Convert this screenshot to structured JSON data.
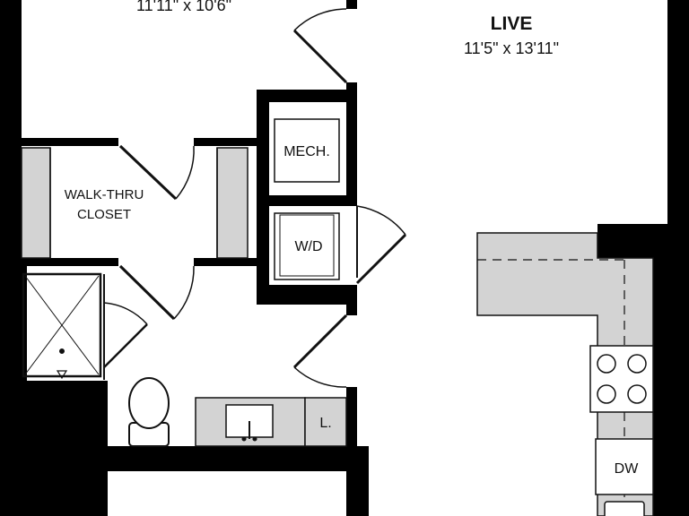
{
  "rooms": {
    "bedroom": {
      "dims": "11'11\" x 10'6\""
    },
    "live": {
      "title": "LIVE",
      "dims": "11'5\" x 13'11\""
    },
    "closet": {
      "line1": "WALK-THRU",
      "line2": "CLOSET"
    }
  },
  "fixtures": {
    "mech": "MECH.",
    "washer_dryer": "W/D",
    "linen": "L.",
    "dishwasher": "DW"
  },
  "colors": {
    "wall": "#000000",
    "fixture_fill": "#d3d3d3",
    "line": "#111111",
    "background": "#ffffff"
  }
}
